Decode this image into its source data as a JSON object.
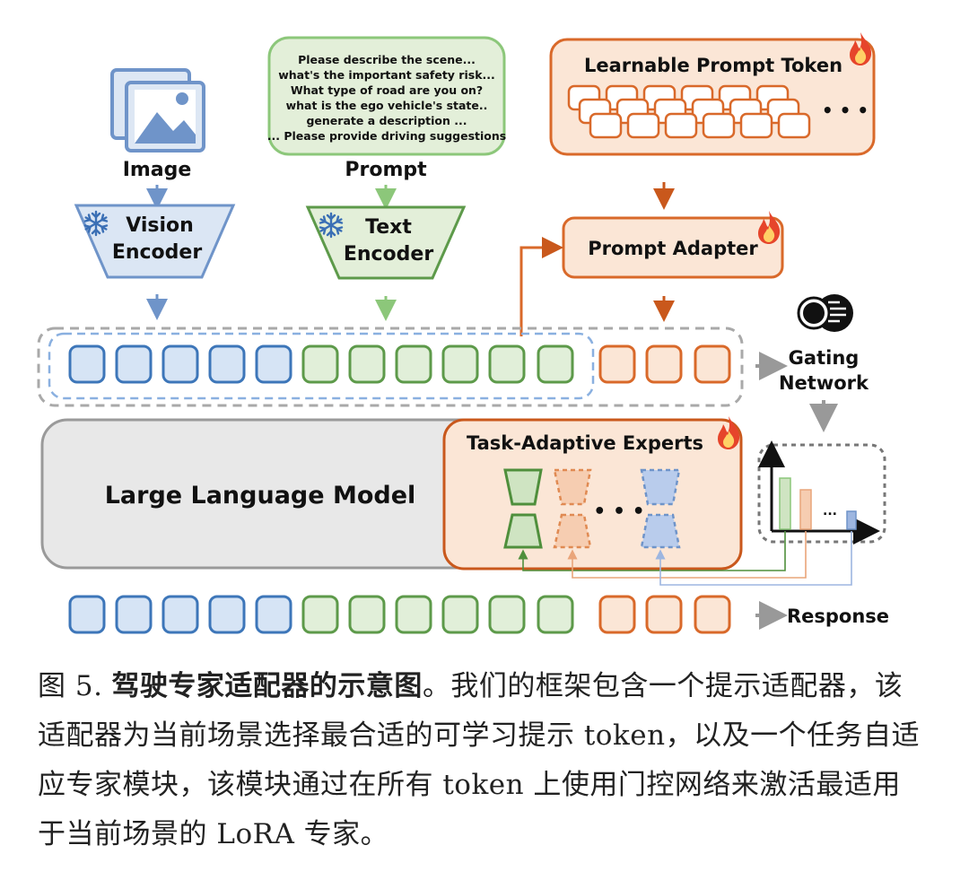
{
  "diagram": {
    "image_label": "Image",
    "prompt_label": "Prompt",
    "prompt_lines": [
      "Please describe the scene...",
      "what's the important safety risk...",
      "What type of road are you on?",
      "what is the ego vehicle's state..",
      "generate a description ...",
      "... Please provide driving suggestions"
    ],
    "vision_encoder_line1": "Vision",
    "vision_encoder_line2": "Encoder",
    "text_encoder_line1": "Text",
    "text_encoder_line2": "Encoder",
    "learnable_prompt_token": "Learnable Prompt Token",
    "token_ellipsis": "• • •",
    "prompt_adapter": "Prompt Adapter",
    "gating_line1": "Gating",
    "gating_line2": "Network",
    "llm_label": "Large Language Model",
    "experts_label": "Task-Adaptive Experts",
    "experts_ellipsis": "• • •",
    "chart_ellipsis": "...",
    "response_label": "Response",
    "colors": {
      "vision_blue": "#6f94c9",
      "text_green": "#5d9a4a",
      "adapter_orange": "#d9692a",
      "expert_blue": "#7a9bd4",
      "llm_gray": "#e8e8e8"
    }
  },
  "caption": {
    "fig_no": "图 5.",
    "bold": "驾驶专家适配器的示意图",
    "text": "。我们的框架包含一个提示适配器，该适配器为当前场景选择最合适的可学习提示 token，以及一个任务自适应专家模块，该模块通过在所有 token 上使用门控网络来激活最适用于当前场景的 LoRA 专家。"
  }
}
